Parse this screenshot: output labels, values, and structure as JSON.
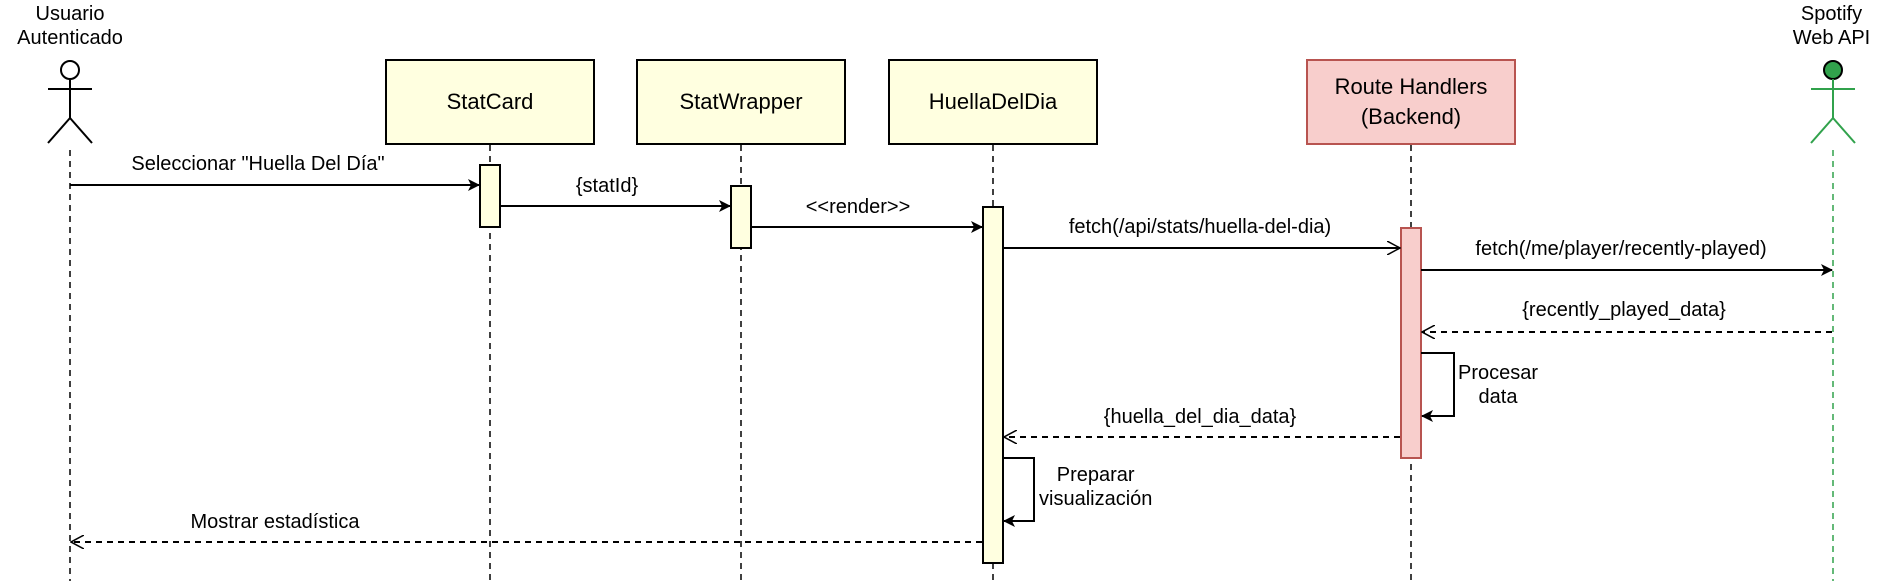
{
  "actors": {
    "user": {
      "line1": "Usuario",
      "line2": "Autenticado",
      "color": "#ffffff"
    },
    "spotify": {
      "line1": "Spotify",
      "line2": "Web API",
      "color": "#31a24c"
    }
  },
  "participants": {
    "statcard": "StatCard",
    "statwrapper": "StatWrapper",
    "huella": "HuellaDelDia",
    "backend_line1": "Route Handlers",
    "backend_line2": "(Backend)"
  },
  "messages": {
    "m1": "Seleccionar \"Huella Del Día\"",
    "m2": "{statId}",
    "m3": "<<render>>",
    "m4": "fetch(/api/stats/huella-del-dia)",
    "m5": "fetch(/me/player/recently-played)",
    "m6": "{recently_played_data}",
    "m7_line1": "Procesar",
    "m7_line2": "data",
    "m8": "{huella_del_dia_data}",
    "m9_line1": "Preparar",
    "m9_line2": "visualización",
    "m10": "Mostrar estadística"
  },
  "colors": {
    "ui_fill": "#ffffe0",
    "backend_fill": "#f8cecc",
    "backend_stroke": "#b85450",
    "spotify_lifeline": "#31a24c"
  }
}
